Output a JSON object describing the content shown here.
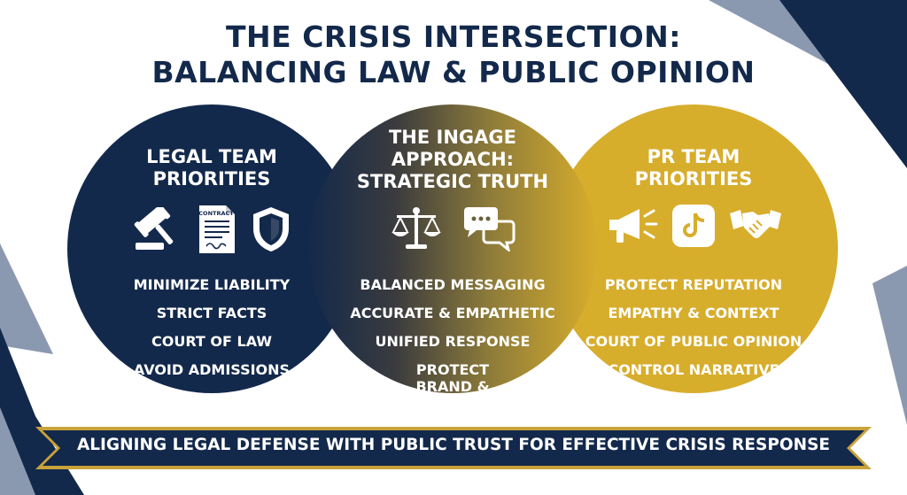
{
  "title": {
    "line1": "THE CRISIS INTERSECTION:",
    "line2": "BALANCING LAW & PUBLIC OPINION"
  },
  "legal": {
    "heading_line1": "LEGAL TEAM",
    "heading_line2": "PRIORITIES",
    "icon_names": [
      "gavel-icon",
      "contract-icon",
      "shield-icon"
    ],
    "contract_label": "CONTRACT",
    "items": [
      "MINIMIZE LIABILITY",
      "STRICT FACTS",
      "COURT OF LAW",
      "AVOID ADMISSIONS"
    ]
  },
  "middle": {
    "heading_line1": "THE INGAGE",
    "heading_line2": "APPROACH:",
    "heading_line3": "STRATEGIC TRUTH",
    "icon_names": [
      "scales-icon",
      "chat-bubbles-icon"
    ],
    "items": [
      "BALANCED MESSAGING",
      "ACCURATE & EMPATHETIC",
      "UNIFIED RESPONSE",
      "PROTECT BRAND & BOTTOM LINE"
    ]
  },
  "pr": {
    "heading_line1": "PR TEAM",
    "heading_line2": "PRIORITIES",
    "icon_names": [
      "megaphone-icon",
      "tiktok-icon",
      "handshake-icon"
    ],
    "items": [
      "PROTECT REPUTATION",
      "EMPATHY & CONTEXT",
      "COURT OF PUBLIC OPINION",
      "CONTROL NARRATIVE"
    ]
  },
  "banner": {
    "text": "ALIGNING LEGAL DEFENSE WITH PUBLIC TRUST FOR EFFECTIVE CRISIS RESPONSE"
  },
  "colors": {
    "navy": "#13294b",
    "gold": "#d7ad2c",
    "slate": "#7a8aa3"
  }
}
